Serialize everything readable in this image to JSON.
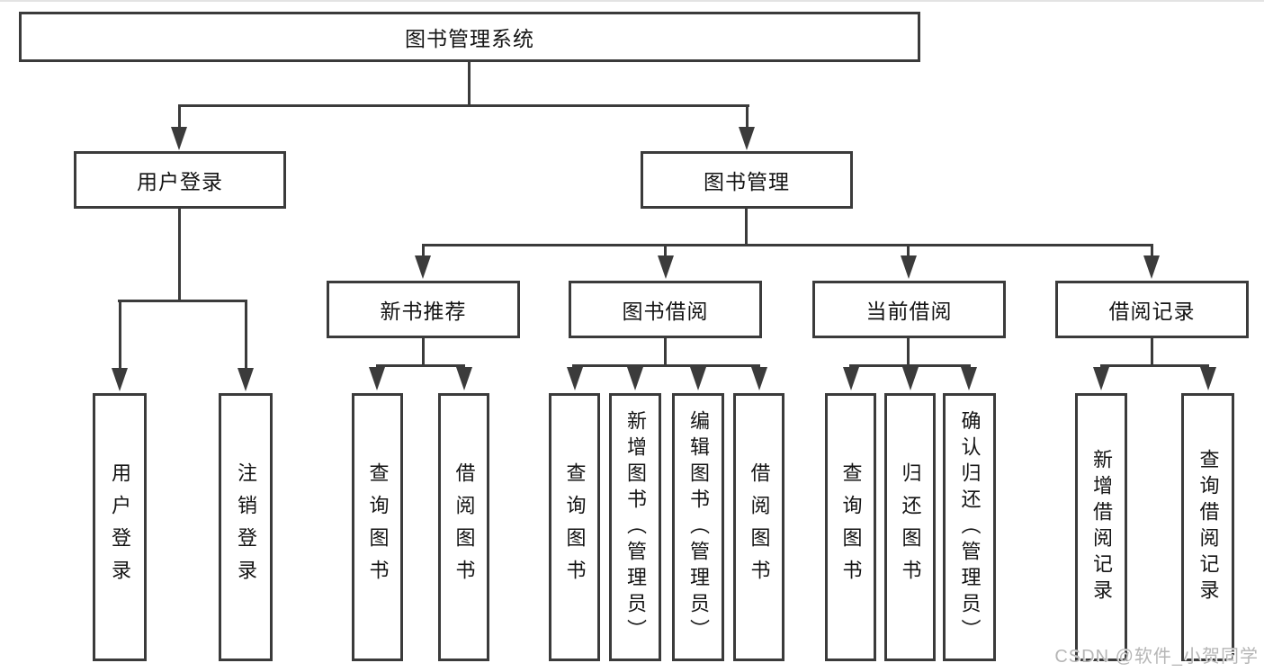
{
  "tree": {
    "root": {
      "label": "图书管理系统"
    },
    "branches": [
      {
        "label": "用户登录",
        "children": [
          {
            "label": "用户登录"
          },
          {
            "label": "注销登录"
          }
        ]
      },
      {
        "label": "图书管理",
        "sections": [
          {
            "label": "新书推荐",
            "children": [
              {
                "label": "查询图书"
              },
              {
                "label": "借阅图书"
              }
            ]
          },
          {
            "label": "图书借阅",
            "children": [
              {
                "label": "查询图书"
              },
              {
                "label": "新增图书（管理员）"
              },
              {
                "label": "编辑图书（管理员）"
              },
              {
                "label": "借阅图书"
              }
            ]
          },
          {
            "label": "当前借阅",
            "children": [
              {
                "label": "查询图书"
              },
              {
                "label": "归还图书"
              },
              {
                "label": "确认归还（管理员）"
              }
            ]
          },
          {
            "label": "借阅记录",
            "children": [
              {
                "label": "新增借阅记录"
              },
              {
                "label": "查询借阅记录"
              }
            ]
          }
        ]
      }
    ]
  },
  "watermark": {
    "text": "CSDN @软件_小贺同学"
  },
  "colors": {
    "line": "#3b3b3b",
    "box_background": "#ffffff",
    "text": "#141414",
    "watermark": "#b6b6b6"
  }
}
